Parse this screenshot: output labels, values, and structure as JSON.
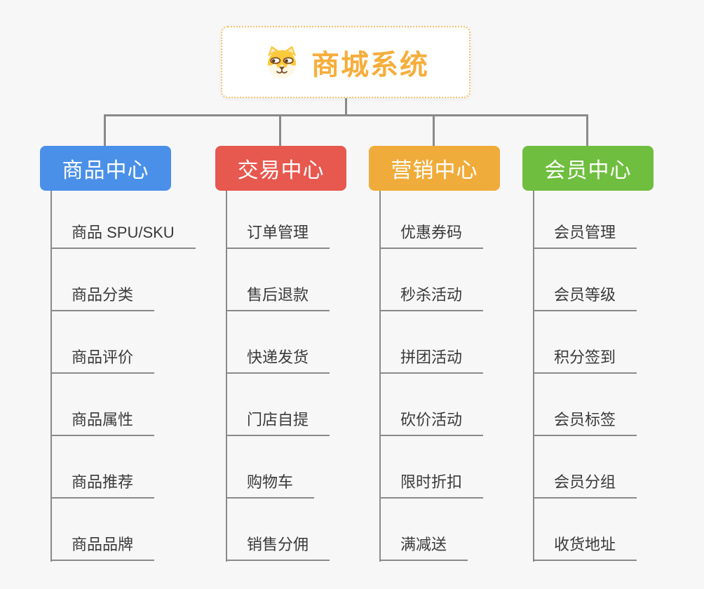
{
  "root": {
    "title": "商城系统",
    "icon": "shiba-dog-icon"
  },
  "branches": [
    {
      "label": "商品中心",
      "color": "#4a90e8",
      "children": [
        "商品 SPU/SKU",
        "商品分类",
        "商品评价",
        "商品属性",
        "商品推荐",
        "商品品牌"
      ]
    },
    {
      "label": "交易中心",
      "color": "#e7584f",
      "children": [
        "订单管理",
        "售后退款",
        "快递发货",
        "门店自提",
        "购物车",
        "销售分佣"
      ]
    },
    {
      "label": "营销中心",
      "color": "#f0ac3a",
      "children": [
        "优惠券码",
        "秒杀活动",
        "拼团活动",
        "砍价活动",
        "限时折扣",
        "满减送"
      ]
    },
    {
      "label": "会员中心",
      "color": "#6fbe3f",
      "children": [
        "会员管理",
        "会员等级",
        "积分签到",
        "会员标签",
        "会员分组",
        "收货地址"
      ]
    }
  ],
  "colors": {
    "background": "#f7f7f8",
    "connector_line": "#8a8a8a",
    "root_border": "#f3c06b",
    "root_text": "#f5ae3c",
    "leaf_text": "#3a3a3a"
  }
}
